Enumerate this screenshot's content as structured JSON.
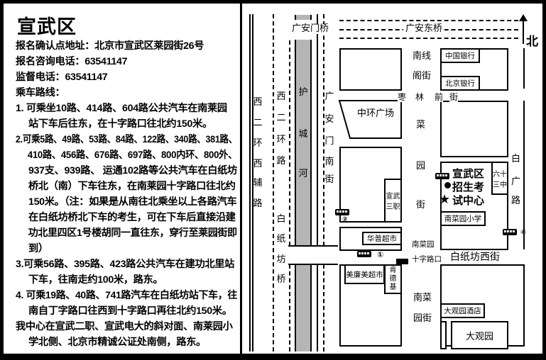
{
  "title": "宣武区",
  "info_lines": [
    "报名确认点地址：北京市宣武区莱园街26号",
    "报名咨询电话：63541147",
    "监督电话：63541147",
    "乘车路线："
  ],
  "routes": [
    [
      "1. 可乘坐10路、414路、604路公共汽车在南莱园",
      "站下车后往东，在十字路口往北约150米。"
    ],
    [
      "2.可乘5路、49路、53路、84路、122路、340路、381路、",
      "410路、456路、676路、697路、800内环、800外、",
      "937支、939路、 运通102路等公共汽车在白纸坊",
      "桥北（南）下车往东，在南莱园十字路口往北约",
      "150米。（注：如果是从南往北乘坐以上各路汽车",
      "在白纸坊桥北下车的考生，可在下车后直接沿建",
      "功北里四区1号楼胡同一直往东，穿行至莱园街即",
      "到）"
    ],
    [
      "3.可乘56路、395路、423路公共汽车在建功北里站",
      "下车，往南走约100米，路东。"
    ],
    [
      "4. 可乘19路、40路、741路汽车在白纸坊站下车，往",
      "南自丁字路口往西到十字路口再往北约150米。"
    ],
    [
      "我中心在宣武二职、宣武电大的斜对面、南莱园小",
      "学北侧、北京市精诚公证处南侧，路东。"
    ]
  ],
  "map": {
    "north": "北",
    "bridges": {
      "guanganmen": "广安门桥",
      "guangan_east": "广安东桥"
    },
    "roads": {
      "xierhuan_xi_fulu": [
        "西",
        "二",
        "环",
        "西",
        "辅",
        "路"
      ],
      "xierhuan_lu": [
        "西",
        "二",
        "环",
        "路"
      ],
      "huchenghe": [
        "护",
        "城",
        "河"
      ],
      "guanganmen_nanjie": [
        "广",
        "安",
        "门",
        "南",
        "街"
      ],
      "baizhifang_qiao": [
        "白",
        "纸",
        "坊",
        "桥"
      ],
      "zaolin_qianjie": [
        "枣",
        "林",
        "前",
        "街"
      ],
      "caiyuan_jie": [
        "菜",
        "园",
        "街"
      ],
      "nanxiange_jie": [
        "南线",
        "阁街"
      ],
      "baiguang_lu": [
        "白",
        "广",
        "路"
      ],
      "baizhifang_xijie": "白纸坊西街",
      "nancaiyuan_jie": [
        "南菜",
        "园街"
      ],
      "crossroad": [
        "南菜园",
        "十字路口"
      ]
    },
    "places": {
      "bank_china": "中国银行",
      "bank_beijing": "北京银行",
      "zhonghuan": "中环广场",
      "xuanwu_sanzhi": [
        "宣武",
        "三职"
      ],
      "exam_center": [
        "宣武区",
        "招生考",
        "试中心"
      ],
      "school63": [
        "六十",
        "三中"
      ],
      "nancaiyuan_school": "南菜园小学",
      "huapu": "华普超市",
      "meilianmei": "美廉美超市",
      "kfc": [
        "肯",
        "德",
        "基"
      ],
      "daguanyuan_hotel": "大观园酒店",
      "daguanyuan": "大观园"
    },
    "bus_stops": [
      "①",
      "②",
      "④"
    ],
    "colors": {
      "moat": "#b5b5b5",
      "line": "#000000"
    }
  }
}
